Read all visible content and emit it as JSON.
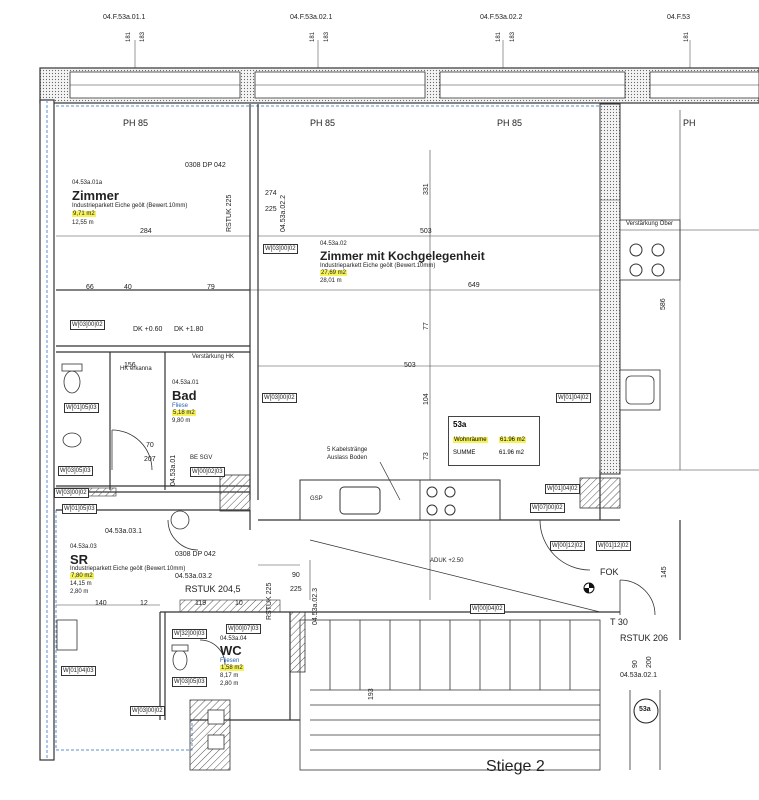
{
  "top_refs": [
    "04.F.53a.01.1",
    "04.F.53a.02.1",
    "04.F.53a.02.2",
    "04.F.53"
  ],
  "top_nums": [
    "181",
    "183"
  ],
  "ph_labels": [
    "PH 85",
    "PH 85",
    "PH 85",
    "PH"
  ],
  "rooms": {
    "zimmer": {
      "code": "04.53a.01a",
      "name": "Zimmer",
      "floor": "Industrieparkett Eiche geölt (Bewert.10mm)",
      "area": "9,71 m2",
      "perimeter": "12,55   m"
    },
    "kochen": {
      "code": "04.53a.02",
      "name": "Zimmer mit Kochgelegenheit",
      "floor": "Industrieparkett Eiche geölt (Bewert.10mm)",
      "area": "27,69 m2",
      "perimeter": "28,01   m"
    },
    "bad": {
      "code": "04.53a.01",
      "name": "Bad",
      "floor": "Fliese",
      "area": "5,18 m2",
      "height": "9,80  m"
    },
    "sr": {
      "code": "04.53a.03",
      "name": "SR",
      "floor": "Industrieparkett Eiche geölt (Bewert.10mm)",
      "area": "7,80 m2",
      "perimeter": "14,15  m",
      "height": "2,80  m"
    },
    "wc": {
      "code": "04.53a.04",
      "name": "WC",
      "floor": "Fliesen",
      "area": "1,58 m2",
      "perimeter": "8,17  m",
      "height": "2,80  m"
    }
  },
  "summary": {
    "unit": "53a",
    "wohn_label": "Wohnräume",
    "wohn_value": "61.96 m2",
    "summe_label": "SUMME",
    "summe_value": "61.96 m2"
  },
  "labels": {
    "dp1": "0308 DP 042",
    "dp2": "0308 DP 042",
    "rstuk1": "RSTUK 225",
    "rstuk2": "RSTUK 225",
    "rstuk204": "RSTUK 204,5",
    "rstuk206": "RSTUK 206",
    "ref_0220": "04.53a.02.2",
    "ref_0310": "04.53a.03.1",
    "ref_0320": "04.53a.03.2",
    "ref_0230": "04.53a.02.3",
    "ref_0210": "04.53a.02.1",
    "ref_010v": "04.53a.01",
    "verst_hk": "Verstärkung HK",
    "verst_ober": "Verstärkung Ober",
    "kabel1": "5 Kabelstränge",
    "kabel2": "Auslass Boden",
    "fok": "FOK",
    "aduk": "ADUK +2.50",
    "stiege": "Stiege 2",
    "unit_circle": "53a",
    "dk060": "DK +0.60",
    "dk180": "DK +1.80",
    "be_sgv": "BE   SGV",
    "t30": "T 30",
    "ph": "PH 85",
    "gsp": "GSP",
    "hk": "HK erkanna"
  },
  "wall_tags": {
    "w_a": "W[03]00|02",
    "w_b": "W[03]00|02",
    "w_c": "W[03]00|02",
    "w_d": "W[01]05|03",
    "w_e": "W[03]05|03",
    "w_f": "W[03]00|02",
    "w_g": "W[00]02|03",
    "w_h": "W[01]05|03",
    "w_i": "W[01]04|02",
    "w_j": "W[07]00|02",
    "w_k": "W[00]12|02",
    "w_l": "W[01]12|02",
    "w_m": "W[01]04|02",
    "w_n": "W[00]04|02",
    "w_o": "W[32]00|03",
    "w_p": "W[03]05|03",
    "w_q": "W[01]04|03",
    "w_r": "W[03]00|02",
    "w_s": "W[00]07|03"
  },
  "dims": {
    "d274": "274",
    "d225": "225",
    "d284": "284",
    "d503": "503",
    "d331": "331",
    "d649": "649",
    "d503b": "503",
    "d156": "156",
    "d70": "70",
    "d207": "207",
    "d90": "90",
    "d225b": "225",
    "d140": "140",
    "d119": "119",
    "d10": "10",
    "d193": "193",
    "d145": "145",
    "d90b": "90",
    "d200": "200",
    "d104": "104",
    "d73": "73",
    "d586": "586",
    "d77": "77",
    "d66": "66",
    "d40": "40",
    "d79": "79",
    "d12": "12"
  }
}
